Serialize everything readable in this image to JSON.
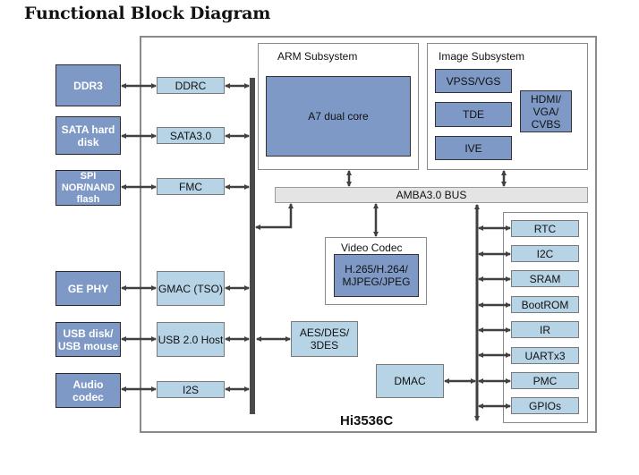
{
  "title": "Functional Block Diagram",
  "chip_name": "Hi3536C",
  "external_devices": [
    {
      "label": "DDR3"
    },
    {
      "label": "SATA hard disk"
    },
    {
      "label": "SPI NOR/NAND flash"
    },
    {
      "label": "GE PHY"
    },
    {
      "label": "USB disk/ USB mouse"
    },
    {
      "label": "Audio codec"
    }
  ],
  "controllers": [
    {
      "label": "DDRC"
    },
    {
      "label": "SATA3.0"
    },
    {
      "label": "FMC"
    },
    {
      "label": "GMAC (TSO)"
    },
    {
      "label": "USB 2.0 Host"
    },
    {
      "label": "I2S"
    }
  ],
  "arm_subsystem": {
    "title": "ARM Subsystem",
    "core": "A7 dual core"
  },
  "image_subsystem": {
    "title": "Image Subsystem",
    "blocks": [
      "VPSS/VGS",
      "TDE",
      "IVE"
    ],
    "output": "HDMI/ VGA/ CVBS"
  },
  "bus": {
    "label": "AMBA3.0 BUS"
  },
  "video_codec": {
    "title": "Video Codec",
    "formats": "H.265/H.264/ MJPEG/JPEG"
  },
  "crypto": {
    "label": "AES/DES/ 3DES"
  },
  "dmac": {
    "label": "DMAC"
  },
  "peripherals": [
    "RTC",
    "I2C",
    "SRAM",
    "BootROM",
    "IR",
    "UARTx3",
    "PMC",
    "GPIOs"
  ]
}
